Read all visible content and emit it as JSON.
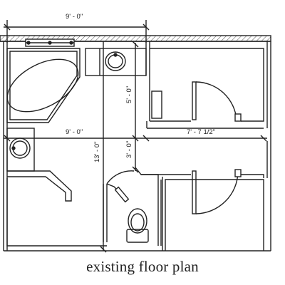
{
  "diagram": {
    "caption": "existing floor plan",
    "dimensions": {
      "top_width": "9' - 0\"",
      "mid_width": "9' - 0\"",
      "right_width": "7' - 7 1/2\"",
      "upper_height": "5' - 0\"",
      "total_height": "13' - 0\"",
      "lower_height": "3' - 0\""
    },
    "colors": {
      "line": "#222222",
      "hatch": "#555555"
    }
  }
}
